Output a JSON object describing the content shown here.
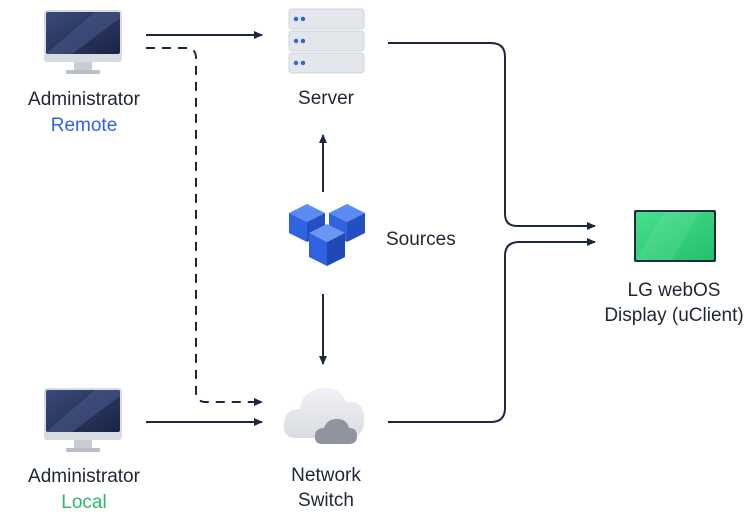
{
  "nodes": {
    "admin_remote": {
      "title": "Administrator",
      "subtitle": "Remote"
    },
    "admin_local": {
      "title": "Administrator",
      "subtitle": "Local"
    },
    "server": {
      "label": "Server"
    },
    "sources": {
      "label": "Sources"
    },
    "network_switch": {
      "line1": "Network",
      "line2": "Switch"
    },
    "display": {
      "line1": "LG webOS",
      "line2": "Display (uClient)"
    }
  },
  "colors": {
    "line": "#1e2740",
    "remote_accent": "#2f63e0",
    "local_accent": "#2fb768",
    "cube_blue": "#2f63e0",
    "display_green": "#2fd07a"
  },
  "icons": [
    "monitor-icon",
    "server-rack-icon",
    "cubes-icon",
    "cloud-icon",
    "display-icon"
  ]
}
